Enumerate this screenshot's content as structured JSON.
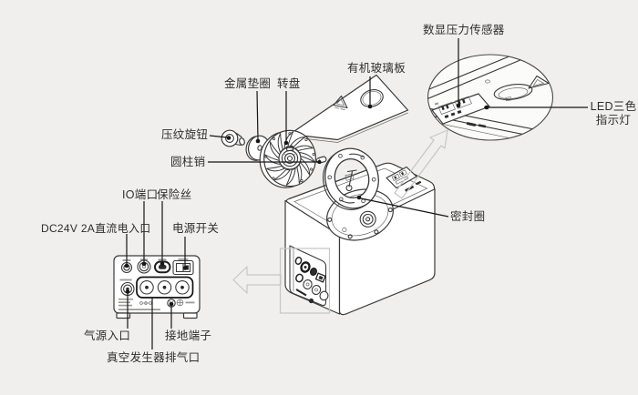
{
  "diagram": {
    "type": "exploded-parts-diagram",
    "labels": {
      "sensor": "数显压力传感器",
      "acrylic_plate": "有机玻璃板",
      "metal_washer": "金属垫圈",
      "turntable": "转盘",
      "led_line1": "LED三色",
      "led_line2": "指示灯",
      "knurled_knob": "压纹旋钮",
      "cylindrical_pin": "圆柱销",
      "io_port": "IO端口",
      "fuse": "保险丝",
      "seal_ring": "密封圈",
      "dc_input": "DC24V 2A直流电入口",
      "power_switch": "电源开关",
      "air_inlet": "气源入口",
      "ground_terminal": "接地端子",
      "vacuum_exhaust": "真空发生器排气口"
    },
    "colors": {
      "background": "#f0efed",
      "artwork_line": "#3a3a3a",
      "leader_line": "#161616",
      "callout_gray": "#c7c6c3",
      "label_text": "#2e2e2e"
    }
  }
}
